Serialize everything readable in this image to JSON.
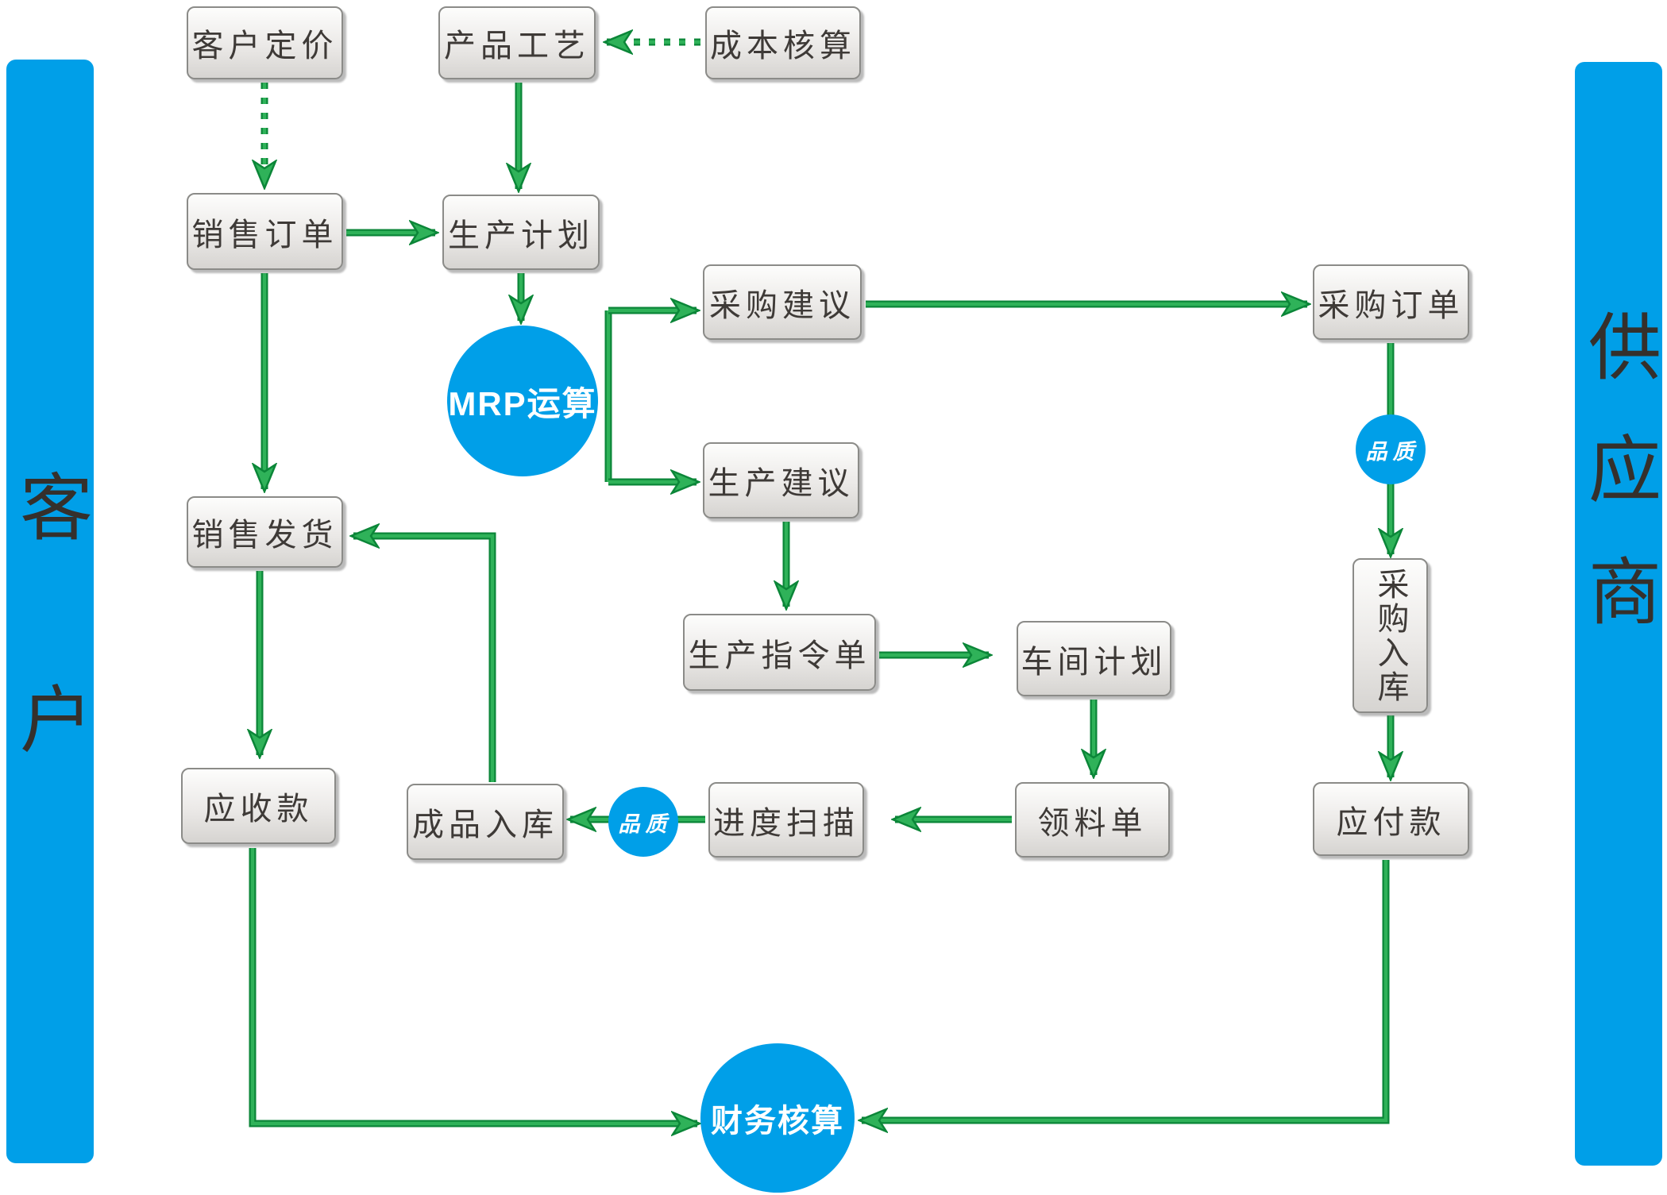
{
  "bars": {
    "left": "客户",
    "right": "供应商"
  },
  "nodes": {
    "kehu_dingjia": {
      "label": "客户定价"
    },
    "chanpin_gongyi": {
      "label": "产品工艺"
    },
    "chengben_hesuan": {
      "label": "成本核算"
    },
    "xiaoshou_dingdan": {
      "label": "销售订单"
    },
    "shengchan_jihua": {
      "label": "生产计划"
    },
    "caigou_jianyi": {
      "label": "采购建议"
    },
    "caigou_dingdan": {
      "label": "采购订单"
    },
    "shengchan_jianyi": {
      "label": "生产建议"
    },
    "shengchan_zhilingdan": {
      "label": "生产指令单"
    },
    "chejian_jihua": {
      "label": "车间计划"
    },
    "xiaoshou_fahuo": {
      "label": "销售发货"
    },
    "caigou_ruku": {
      "label": "采购入库"
    },
    "yingshou_kuan": {
      "label": "应收款"
    },
    "chengpin_ruku": {
      "label": "成品入库"
    },
    "jindu_saomiao": {
      "label": "进度扫描"
    },
    "lingliao_dan": {
      "label": "领料单"
    },
    "yingfu_kuan": {
      "label": "应付款"
    }
  },
  "circles": {
    "mrp": {
      "label": "MRP运算"
    },
    "finance": {
      "label": "财务核算"
    },
    "quality_purchase": {
      "label": "品质"
    },
    "quality_finished": {
      "label": "品质"
    }
  },
  "edges": [
    {
      "from": "成本核算",
      "to": "产品工艺",
      "style": "dashed"
    },
    {
      "from": "客户定价",
      "to": "销售订单",
      "style": "dashed"
    },
    {
      "from": "产品工艺",
      "to": "生产计划",
      "style": "solid"
    },
    {
      "from": "销售订单",
      "to": "生产计划",
      "style": "solid"
    },
    {
      "from": "生产计划",
      "to": "MRP运算",
      "style": "solid"
    },
    {
      "from": "MRP运算",
      "to": "采购建议",
      "style": "solid"
    },
    {
      "from": "MRP运算",
      "to": "生产建议",
      "style": "solid"
    },
    {
      "from": "采购建议",
      "to": "采购订单",
      "style": "solid"
    },
    {
      "from": "采购订单",
      "to": "采购入库",
      "style": "solid",
      "via": "品质"
    },
    {
      "from": "采购入库",
      "to": "应付款",
      "style": "solid"
    },
    {
      "from": "生产建议",
      "to": "生产指令单",
      "style": "solid"
    },
    {
      "from": "生产指令单",
      "to": "车间计划",
      "style": "solid"
    },
    {
      "from": "车间计划",
      "to": "领料单",
      "style": "solid"
    },
    {
      "from": "领料单",
      "to": "进度扫描",
      "style": "solid"
    },
    {
      "from": "进度扫描",
      "to": "成品入库",
      "style": "solid",
      "via": "品质"
    },
    {
      "from": "成品入库",
      "to": "销售发货",
      "style": "solid"
    },
    {
      "from": "销售订单",
      "to": "销售发货",
      "style": "solid"
    },
    {
      "from": "销售发货",
      "to": "应收款",
      "style": "solid"
    },
    {
      "from": "应收款",
      "to": "财务核算",
      "style": "solid"
    },
    {
      "from": "应付款",
      "to": "财务核算",
      "style": "solid"
    }
  ],
  "colors": {
    "accent_blue": "#009FE8",
    "arrow_green": "#2FB259",
    "arrow_green_dark": "#0B8638",
    "box_border": "#8B8B88",
    "box_text": "#3E3A37"
  }
}
